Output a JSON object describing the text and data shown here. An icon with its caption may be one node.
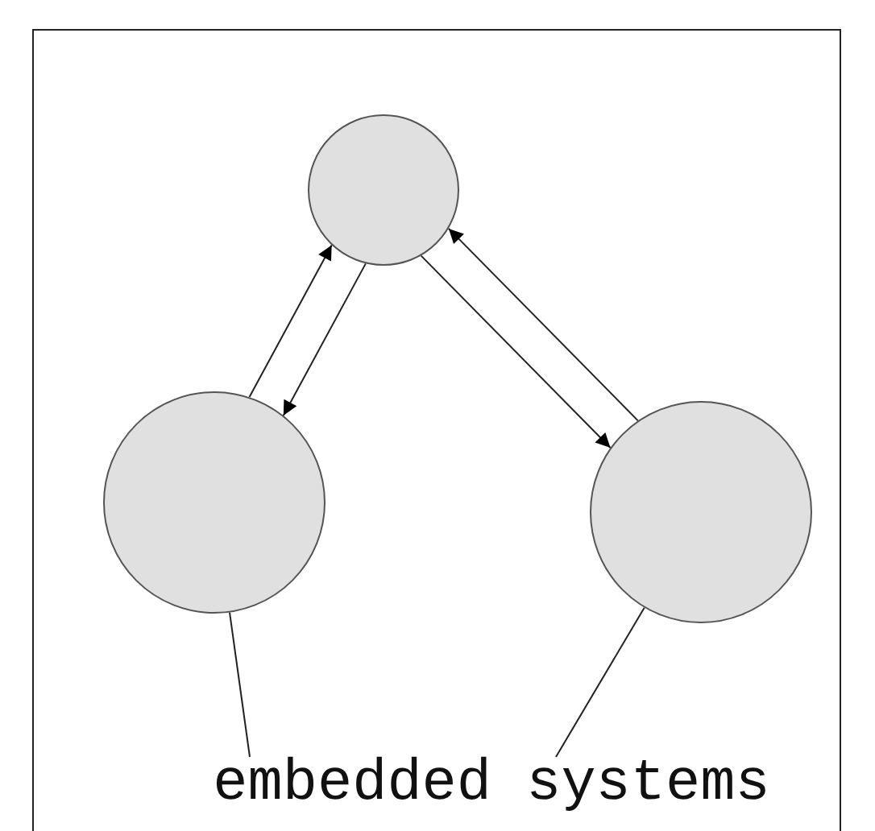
{
  "diagram": {
    "nodes": [
      {
        "text": [],
        "shape": "circle"
      },
      {
        "text": [],
        "shape": "circle"
      },
      {
        "text": [],
        "shape": "circle"
      },
      {
        "text": [
          "embedded systems"
        ]
      }
    ],
    "edges": [
      {
        "from": 0,
        "to": 1,
        "arrow": "to"
      },
      {
        "from": 1,
        "to": 0,
        "arrow": "to"
      },
      {
        "from": 0,
        "to": 2,
        "arrow": "to"
      },
      {
        "from": 2,
        "to": 0,
        "arrow": "to"
      },
      {
        "from": 3,
        "to": 1,
        "arrow": "none"
      },
      {
        "from": 3,
        "to": 2,
        "arrow": "none"
      }
    ]
  }
}
